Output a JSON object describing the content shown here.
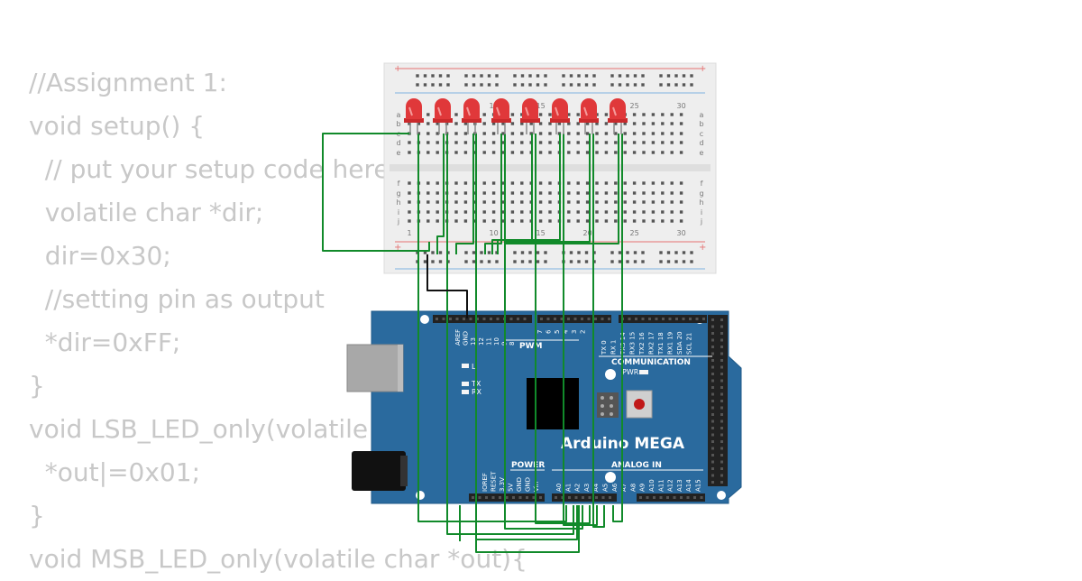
{
  "code": {
    "lines": [
      "//Assignment 1:",
      "void setup() {",
      "  // put your setup code here",
      "  volatile char *dir;",
      "  dir=0x30;",
      "  //setting pin as output",
      "  *dir=0xFF;",
      "}",
      "void LSB_LED_only(volatile",
      "  *out|=0x01;",
      "}",
      "void MSB_LED_only(volatile char *out){"
    ]
  },
  "breadboard": {
    "column_numbers": [
      "1",
      "10",
      "15",
      "20",
      "25",
      "30"
    ],
    "row_letters_top": [
      "a",
      "b",
      "c",
      "d",
      "e"
    ],
    "row_letters_bottom": [
      "f",
      "g",
      "h",
      "i",
      "j"
    ],
    "rail_plus": "+"
  },
  "board": {
    "name": "Arduino MEGA",
    "header_top_left": [
      "AREF",
      "GND",
      "13",
      "12",
      "11",
      "10",
      "9",
      "8"
    ],
    "header_top_mid": [
      "7",
      "6",
      "5",
      "4",
      "3",
      "2"
    ],
    "header_top_comm": [
      "TX 0",
      "RX 1",
      "TX3 14",
      "RX3 15",
      "TX2 16",
      "RX2 17",
      "TX1 18",
      "RX1 19",
      "SDA 20",
      "SCL 21"
    ],
    "label_pwm": "PWM",
    "label_communication": "COMMUNICATION",
    "label_pwr": "PWR",
    "label_l": "L",
    "label_tx": "TX",
    "label_rx": "RX",
    "label_power": "POWER",
    "label_analog_in": "ANALOG IN",
    "power_pins": [
      "IOREF",
      "RESET",
      "3.3V",
      "5V",
      "GND",
      "GND",
      "Vin"
    ],
    "analog_pins": [
      "A0",
      "A1",
      "A2",
      "A3",
      "A4",
      "A5",
      "A6",
      "A7",
      "A8",
      "A9",
      "A10",
      "A11",
      "A12",
      "A13",
      "A14",
      "A15"
    ]
  },
  "colors": {
    "code_text": "#c8c8c8",
    "breadboard": "#eeeeee",
    "board": "#2a6a9e",
    "wire": "#118a2a",
    "wire_gnd": "#111111",
    "led": "#e0383a",
    "rail_red": "#e57373",
    "rail_blue": "#7fb3e0"
  },
  "led_count": 8
}
